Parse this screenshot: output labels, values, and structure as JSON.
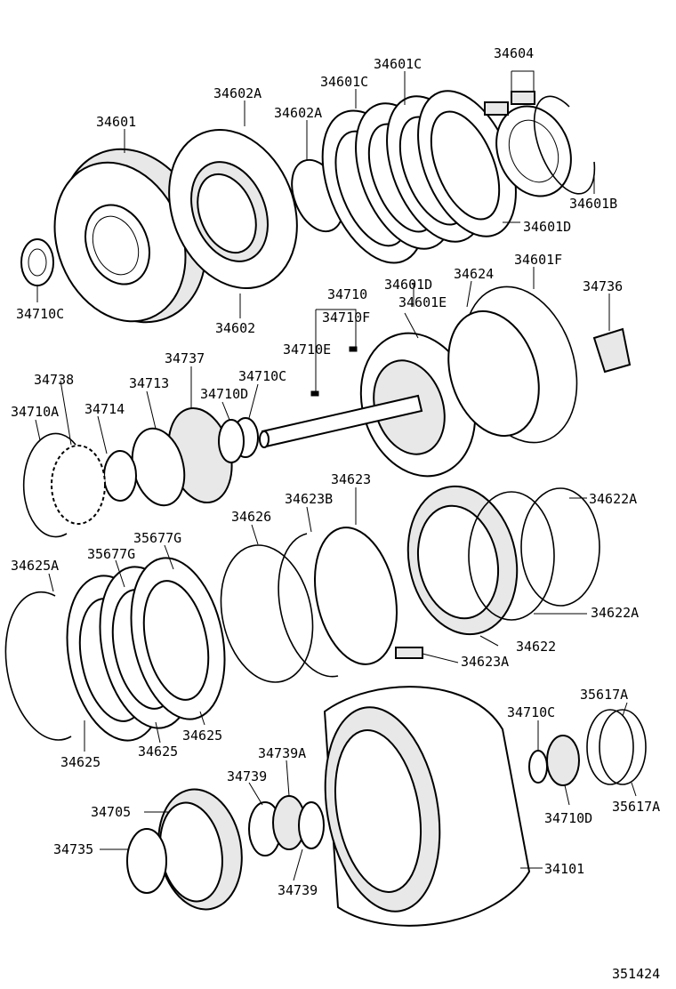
{
  "labels": {
    "p34601": "34601",
    "p34602A_top": "34602A",
    "p34602A_mid": "34602A",
    "p34601C_a": "34601C",
    "p34601C_b": "34601C",
    "p34604": "34604",
    "p34601B": "34601B",
    "p34601D_r": "34601D",
    "p34710C_l": "34710C",
    "p34602": "34602",
    "p34710": "34710",
    "p34601D_m": "34601D",
    "p34624": "34624",
    "p34601F": "34601F",
    "p34736": "34736",
    "p34710F": "34710F",
    "p34601E": "34601E",
    "p34710E": "34710E",
    "p34737": "34737",
    "p34738": "34738",
    "p34713": "34713",
    "p34710C_m": "34710C",
    "p34710D_m": "34710D",
    "p34710A": "34710A",
    "p34714": "34714",
    "p34623": "34623",
    "p34622A_t": "34622A",
    "p34626": "34626",
    "p34623B": "34623B",
    "p35677G_a": "35677G",
    "p35677G_b": "35677G",
    "p34625A": "34625A",
    "p34622A_b": "34622A",
    "p34622": "34622",
    "p34623A": "34623A",
    "p34625_a": "34625",
    "p34625_b": "34625",
    "p34625_c": "34625",
    "p35617A_t": "35617A",
    "p34710C_b": "34710C",
    "p34739A": "34739A",
    "p34739_t": "34739",
    "p34705": "34705",
    "p35617A_b": "35617A",
    "p34710D_b": "34710D",
    "p34735": "34735",
    "p34101": "34101",
    "p34739_b": "34739",
    "ref": "351424"
  }
}
